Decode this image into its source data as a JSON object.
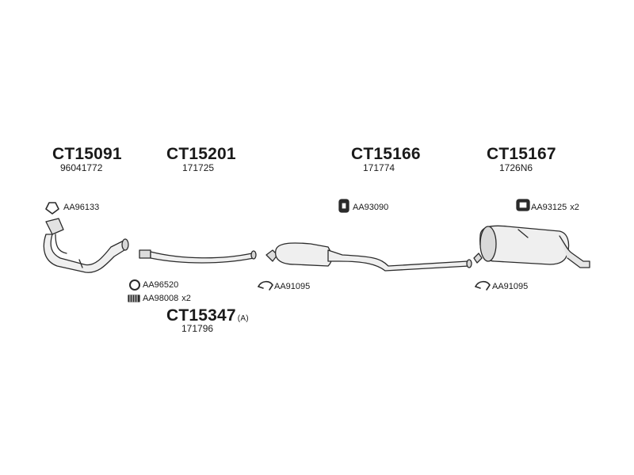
{
  "parts": {
    "downpipe": {
      "code": "CT15091",
      "ref": "96041772"
    },
    "front_pipe": {
      "code": "CT15201",
      "ref": "171725"
    },
    "middle_silencer": {
      "code": "CT15166",
      "ref": "171774"
    },
    "rear_silencer": {
      "code": "CT15167",
      "ref": "1726N6"
    },
    "joint_pipe": {
      "code": "CT15347",
      "suffix": "(A)",
      "ref": "171796"
    }
  },
  "accessories": {
    "gasket_a": {
      "code": "AA96133",
      "icon": "triangle-gasket-icon"
    },
    "mount_a": {
      "code": "AA93090",
      "icon": "rubber-mount-icon"
    },
    "mount_b": {
      "code": "AA93125",
      "qty": "x2",
      "icon": "rubber-mount-icon"
    },
    "ring": {
      "code": "AA96520",
      "icon": "ring-gasket-icon"
    },
    "spring": {
      "code": "AA98008",
      "qty": "x2",
      "icon": "spring-icon"
    },
    "clamp_a": {
      "code": "AA91095",
      "icon": "clamp-icon"
    },
    "clamp_b": {
      "code": "AA91095",
      "icon": "clamp-icon"
    }
  },
  "colors": {
    "line": "#2b2b2b",
    "fill": "#efefef",
    "shade": "#cfcfcf"
  }
}
